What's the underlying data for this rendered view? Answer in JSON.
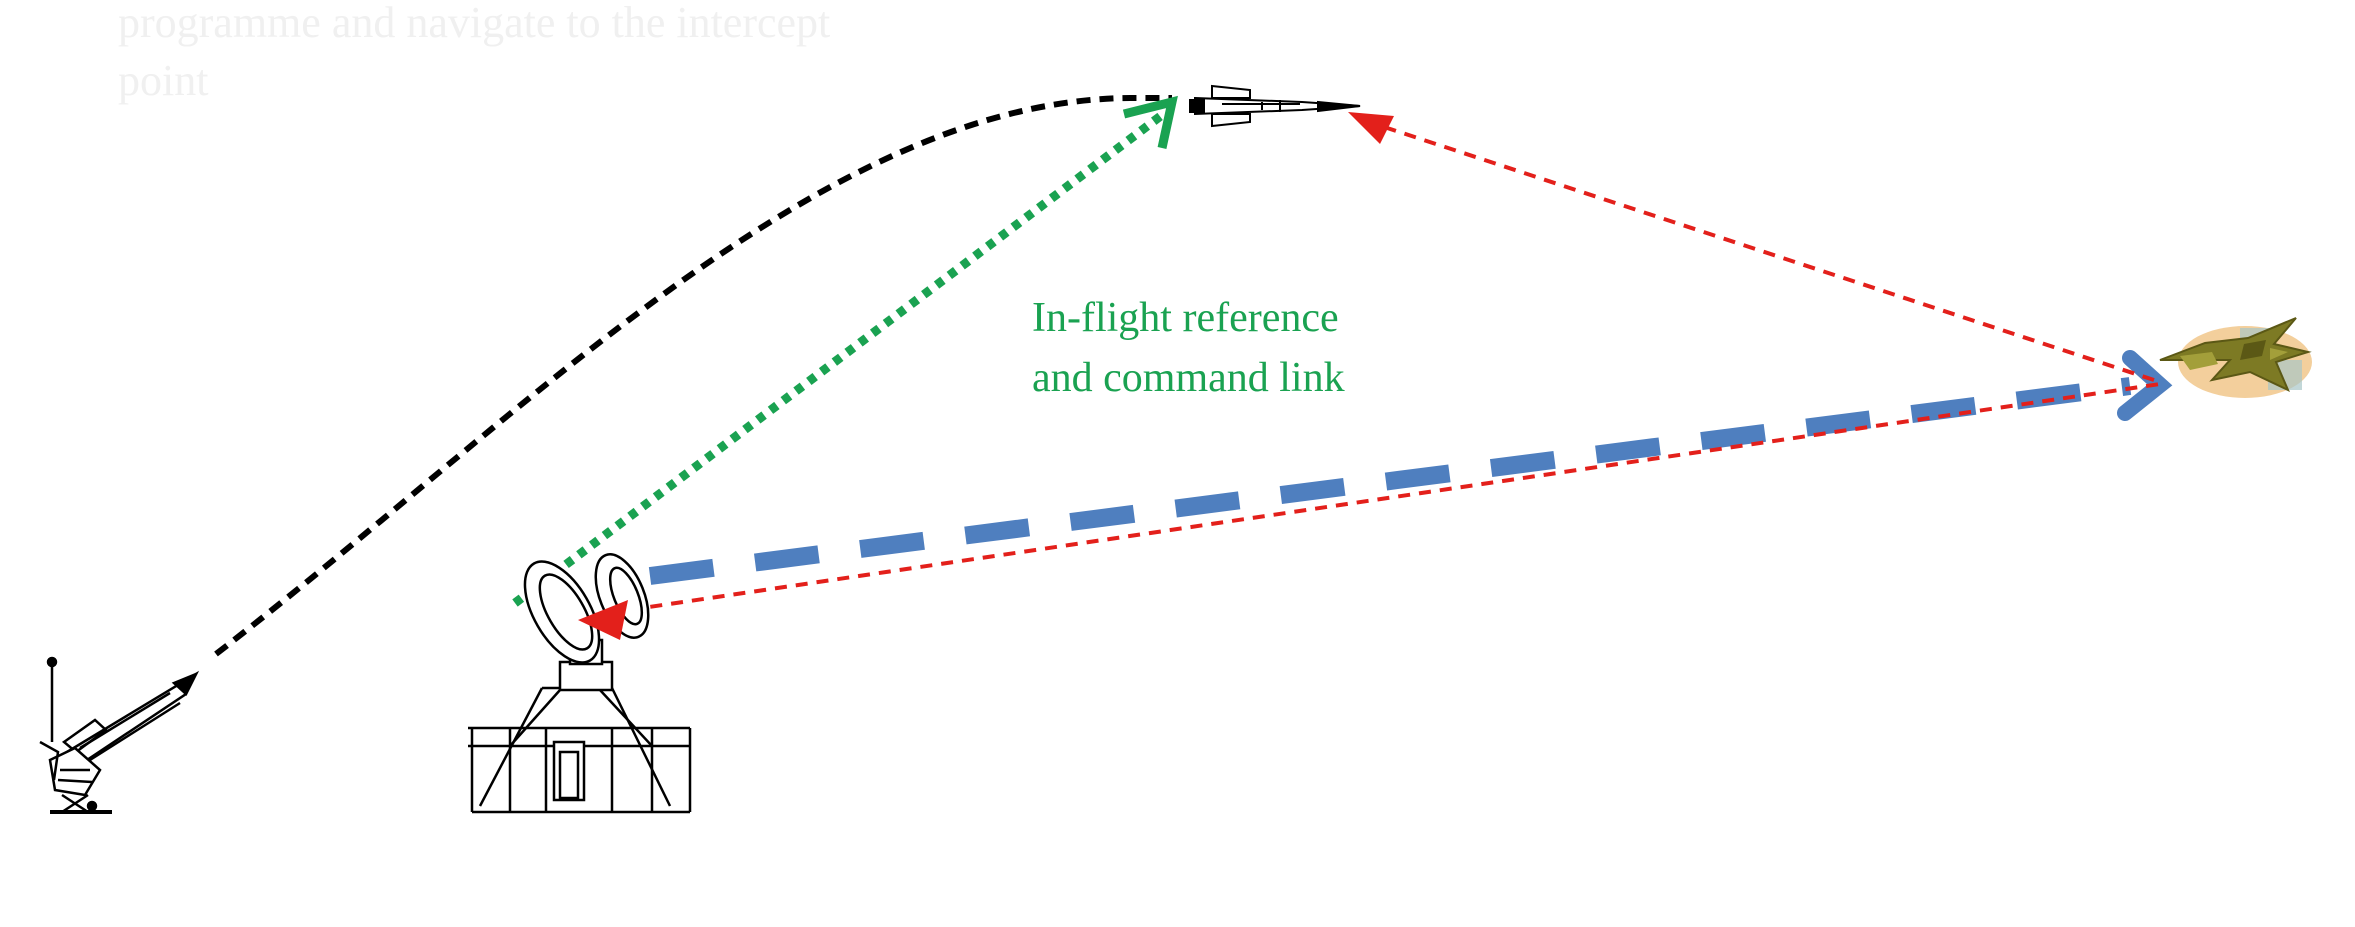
{
  "background_caption": {
    "line1": "programme and navigate to the intercept",
    "line2": "point"
  },
  "command_link_label": {
    "line1": "In-flight reference",
    "line2": "and command link"
  },
  "colors": {
    "trajectory": "#000000",
    "command_link": "#1aa251",
    "illumination": "#e3201b",
    "tracking_beam": "#4f7fbf",
    "target_halo": "#f3cf9c",
    "target_body": "#7d7a24",
    "equipment_line": "#000000"
  },
  "icons": {
    "launcher": "missile-launcher-icon",
    "radar": "tracking-radar-icon",
    "missile": "missile-icon",
    "target": "target-aircraft-icon"
  }
}
